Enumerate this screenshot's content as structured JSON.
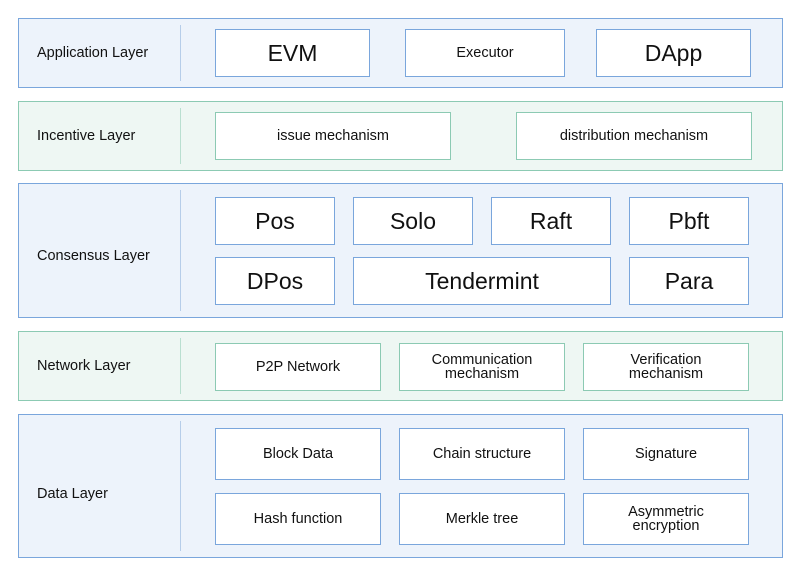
{
  "layers": [
    {
      "name": "Application Layer",
      "components": [
        "EVM",
        "Executor",
        "DApp"
      ]
    },
    {
      "name": "Incentive Layer",
      "components": [
        "issue mechanism",
        "distribution mechanism"
      ]
    },
    {
      "name": "Consensus Layer",
      "components": [
        "Pos",
        "Solo",
        "Raft",
        "Pbft",
        "DPos",
        "Tendermint",
        "Para"
      ]
    },
    {
      "name": "Network Layer",
      "components": [
        "P2P Network",
        "Communication mechanism",
        "Verification mechanism"
      ]
    },
    {
      "name": "Data Layer",
      "components": [
        "Block Data",
        "Chain structure",
        "Signature",
        "Hash function",
        "Merkle tree",
        "Asymmetric encryption"
      ]
    }
  ],
  "colors": {
    "blue_border": "#7aa6dc",
    "blue_fill": "#edf3fb",
    "green_border": "#8ccab3",
    "green_fill": "#eef7f3"
  }
}
